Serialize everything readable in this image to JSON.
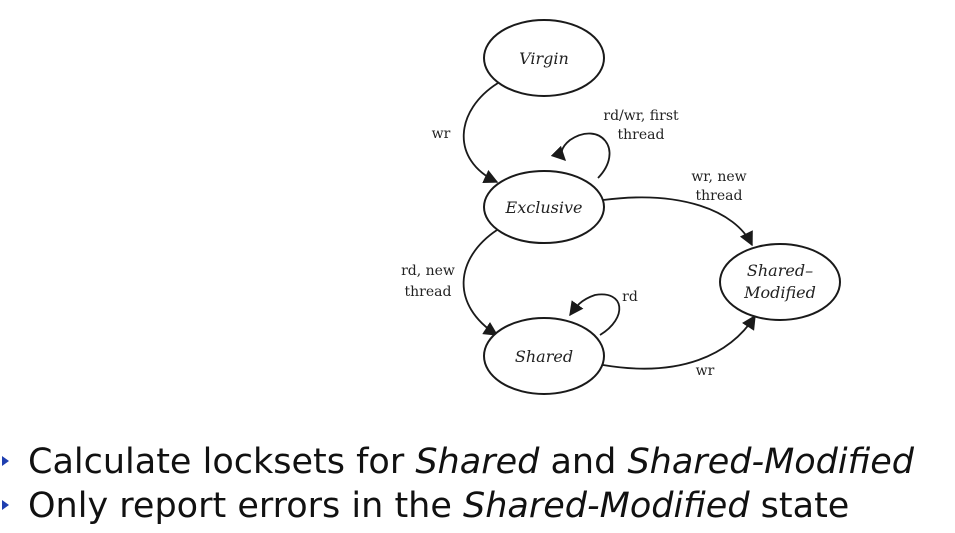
{
  "diagram": {
    "states": {
      "virgin": "Virgin",
      "exclusive": "Exclusive",
      "shared": "Shared",
      "shared_modified_line1": "Shared–",
      "shared_modified_line2": "Modified"
    },
    "transitions": {
      "virgin_to_exclusive": "wr",
      "exclusive_self_line1": "rd/wr, first",
      "exclusive_self_line2": "thread",
      "exclusive_to_shared_modified_line1": "wr, new",
      "exclusive_to_shared_modified_line2": "thread",
      "exclusive_to_shared_line1": "rd, new",
      "exclusive_to_shared_line2": "thread",
      "shared_self": "rd",
      "shared_to_shared_modified": "wr"
    }
  },
  "bullets": [
    {
      "pre": "Calculate locksets for ",
      "em1": "Shared",
      "mid": " and ",
      "em2": "Shared-Modified",
      "post": ""
    },
    {
      "pre": "Only report errors in the ",
      "em1": "Shared-Modified",
      "mid": " state",
      "em2": "",
      "post": ""
    }
  ]
}
